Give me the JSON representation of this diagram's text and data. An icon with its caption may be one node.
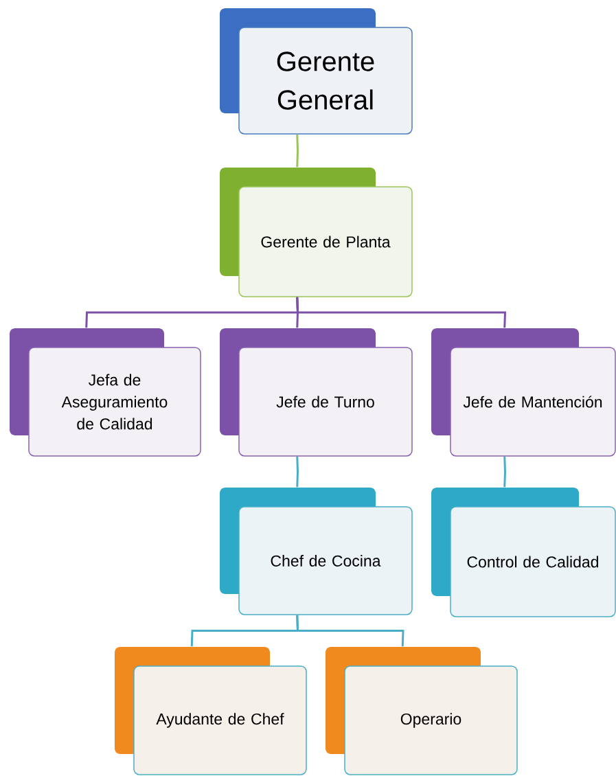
{
  "diagram": {
    "nodes": [
      {
        "text": [
          "Gerente General"
        ]
      },
      {
        "text": [
          "Gerente de Planta"
        ]
      },
      {
        "text": [
          "Jefa de Aseguramiento de Calidad"
        ]
      },
      {
        "text": [
          "Jefe de Turno"
        ]
      },
      {
        "text": [
          "Jefe de Mantención"
        ]
      },
      {
        "text": [
          "Chef de Cocina"
        ]
      },
      {
        "text": [
          "Control de Calidad"
        ]
      },
      {
        "text": [
          "Ayudante de Chef"
        ]
      },
      {
        "text": [
          "Operario"
        ]
      }
    ],
    "edges": [
      {
        "from": 0,
        "to": 1,
        "arrow": "none",
        "color": "#9bc45a"
      },
      {
        "from": 1,
        "to": 2,
        "arrow": "none",
        "color": "#7b52a8"
      },
      {
        "from": 1,
        "to": 3,
        "arrow": "none",
        "color": "#7b52a8"
      },
      {
        "from": 1,
        "to": 4,
        "arrow": "none",
        "color": "#7b52a8"
      },
      {
        "from": 3,
        "to": 5,
        "arrow": "none"
      },
      {
        "from": 4,
        "to": 6,
        "arrow": "none"
      },
      {
        "from": 5,
        "to": 7,
        "arrow": "none"
      },
      {
        "from": 5,
        "to": 8,
        "arrow": "none"
      }
    ]
  }
}
